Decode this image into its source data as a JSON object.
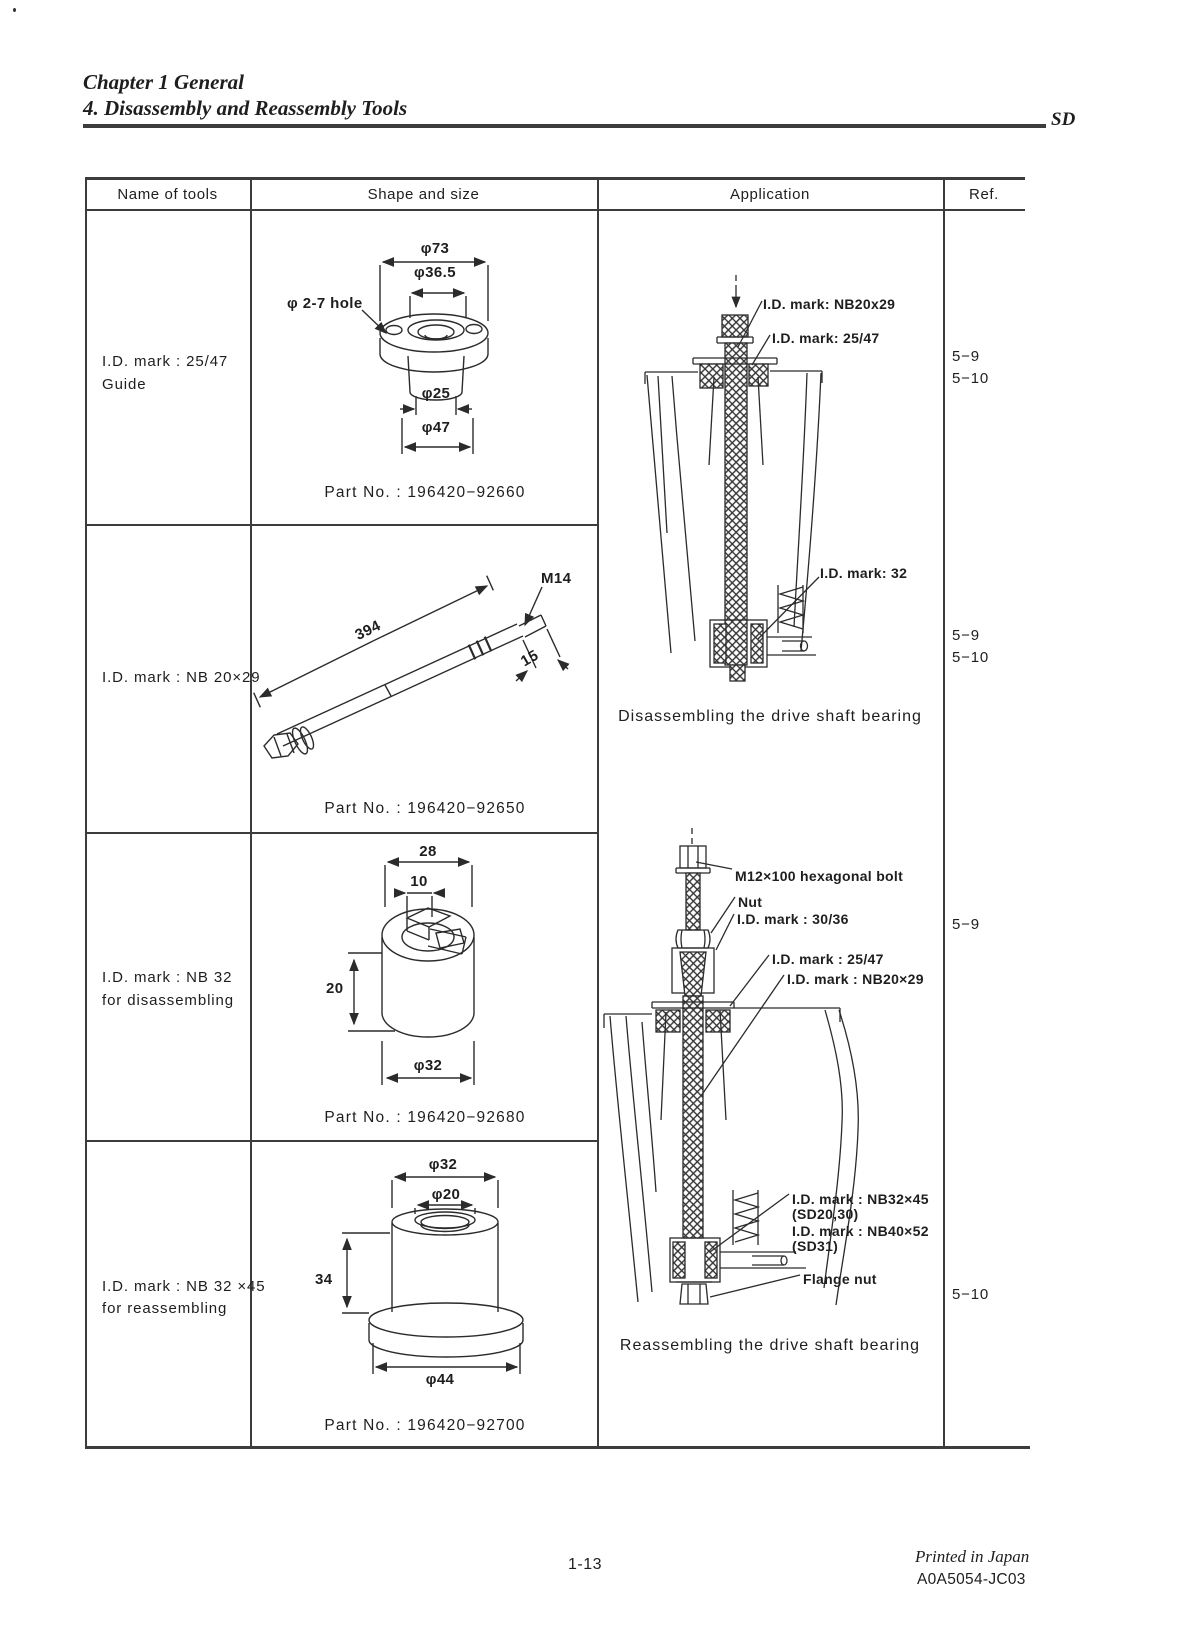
{
  "header": {
    "chapter": "Chapter 1 General",
    "section": "4. Disassembly and Reassembly Tools",
    "corner": "SD"
  },
  "table": {
    "col_name": "Name of tools",
    "col_shape": "Shape and size",
    "col_app": "Application",
    "col_ref": "Ref.",
    "rows": [
      {
        "name1": "I.D. mark : 25/47",
        "name2": "Guide",
        "part": "Part No. : 196420−92660",
        "refa": "5−9",
        "refb": "5−10"
      },
      {
        "name1": "I.D. mark : NB 20×29",
        "name2": "",
        "part": "Part No. : 196420−92650",
        "refa": "5−9",
        "refb": "5−10"
      },
      {
        "name1": "I.D. mark : NB 32",
        "name2": "for disassembling",
        "part": "Part No. : 196420−92680",
        "refa": "5−9",
        "refb": ""
      },
      {
        "name1": "I.D. mark : NB 32 ×45",
        "name2": "for reassembling",
        "part": "Part No. : 196420−92700",
        "refa": "5−10",
        "refb": ""
      }
    ]
  },
  "tools": [
    {
      "dims": [
        "φ73",
        "φ36.5",
        "φ 2-7 hole",
        "φ25",
        "φ47"
      ]
    },
    {
      "dims": [
        "394",
        "M14",
        "15"
      ]
    },
    {
      "dims": [
        "28",
        "10",
        "20",
        "φ32"
      ]
    },
    {
      "dims": [
        "φ32",
        "φ20",
        "34",
        "φ44"
      ]
    }
  ],
  "applications": [
    {
      "labels": [
        "I.D. mark: NB20x29",
        "I.D. mark: 25/47",
        "I.D. mark: 32"
      ],
      "caption": "Disassembling the drive shaft bearing"
    },
    {
      "labels": [
        "M12×100 hexagonal bolt",
        "Nut",
        "I.D. mark : 30/36",
        "I.D. mark : 25/47",
        "I.D. mark : NB20×29",
        "I.D. mark : NB32×45",
        "(SD20,30)",
        "I.D. mark : NB40×52",
        "(SD31)",
        "Flange nut"
      ],
      "caption": "Reassembling the drive shaft bearing"
    }
  ],
  "footer": {
    "page": "1-13",
    "printed": "Printed in Japan",
    "code": "A0A5054-JC03"
  }
}
